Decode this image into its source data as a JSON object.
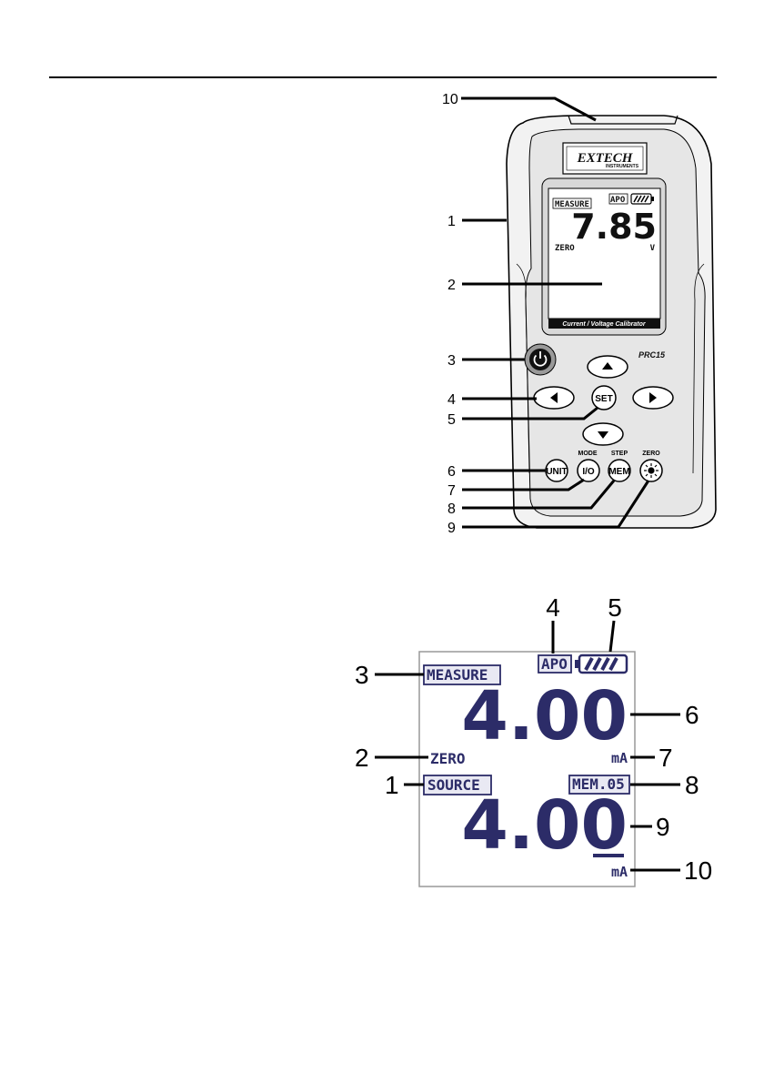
{
  "device": {
    "brand": "EXTECH",
    "brand_sub": "INSTRUMENTS",
    "model": "PRC15",
    "banner": "Current / Voltage Calibrator",
    "lcd": {
      "mode": "MEASURE",
      "apo": "APO",
      "value": "7.85",
      "zero": "ZERO",
      "unit": "V"
    },
    "buttons": {
      "unit": "UNIT",
      "io": "I/O",
      "mem": "MEM",
      "set": "SET"
    },
    "button_captions": {
      "mode": "MODE",
      "step": "STEP",
      "zero": "ZERO"
    },
    "callouts": [
      "1",
      "2",
      "3",
      "4",
      "5",
      "6",
      "7",
      "8",
      "9",
      "10"
    ]
  },
  "display": {
    "measure": "MEASURE",
    "apo": "APO",
    "zero": "ZERO",
    "source": "SOURCE",
    "measure_value": "4.00",
    "measure_unit": "mA",
    "mem": "MEM.05",
    "source_value": "4.00",
    "source_unit": "mA",
    "callouts": [
      "1",
      "2",
      "3",
      "4",
      "5",
      "6",
      "7",
      "8",
      "9",
      "10"
    ]
  },
  "colors": {
    "lcd_ink": "#2c2c68",
    "lcd_bg": "#ffffff",
    "housing": "#e6e6e6"
  }
}
